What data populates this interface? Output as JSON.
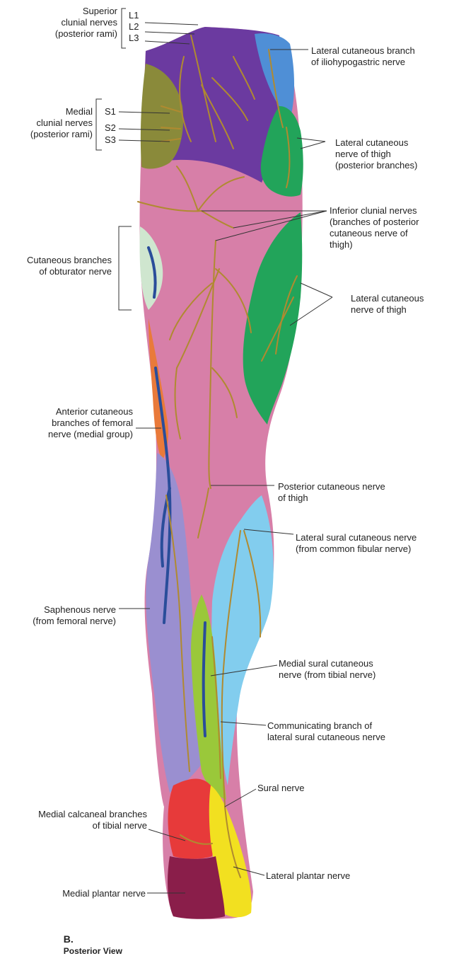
{
  "figure": {
    "caption_letter": "B.",
    "caption_title": "Posterior View",
    "labels": {
      "superior_clunial": "Superior\nclunial nerves\n(posterior rami)",
      "medial_clunial": "Medial\nclunial nerves\n(posterior rami)",
      "obturator": "Cutaneous branches\nof obturator nerve",
      "anterior_femoral": "Anterior cutaneous\nbranches of femoral\nnerve (medial group)",
      "saphenous": "Saphenous nerve\n(from femoral nerve)",
      "medial_calcaneal": "Medial calcaneal branches\nof tibial nerve",
      "medial_plantar": "Medial plantar nerve",
      "iliohypogastric": "Lateral cutaneous branch\nof iliohypogastric nerve",
      "lateral_thigh_posterior": "Lateral cutaneous\nnerve of thigh\n(posterior branches)",
      "inferior_clunial": "Inferior clunial nerves\n(branches of posterior\ncutaneous nerve of\nthigh)",
      "lateral_thigh": "Lateral cutaneous\nnerve of thigh",
      "posterior_cutaneous": "Posterior cutaneous nerve\nof thigh",
      "lateral_sural": "Lateral sural cutaneous nerve\n(from common fibular nerve)",
      "medial_sural": "Medial sural cutaneous\nnerve (from tibial nerve)",
      "communicating": "Communicating branch of\nlateral sural cutaneous nerve",
      "sural": "Sural nerve",
      "lateral_plantar": "Lateral plantar nerve"
    },
    "segments": {
      "L1": "L1",
      "L2": "L2",
      "L3": "L3",
      "S1": "S1",
      "S2": "S2",
      "S3": "S3"
    },
    "colors": {
      "superior_clunial_region": "#6b3aa0",
      "medial_clunial_region": "#8a8a3a",
      "iliohypogastric_region": "#4f8fd6",
      "lateral_thigh_region": "#22a45a",
      "posterior_thigh_region": "#d77fa8",
      "obturator_region": "#cfe6cf",
      "femoral_region": "#e97a3a",
      "saphenous_region": "#9a8fd0",
      "lateral_sural_region": "#82cdee",
      "medial_sural_region": "#9ac83a",
      "calcaneal_region": "#e73a3a",
      "lateral_plantar_region": "#f2e020",
      "medial_plantar_region": "#8a1e4a",
      "nerve": "#b08a30",
      "vein": "#2a4d9a"
    }
  }
}
